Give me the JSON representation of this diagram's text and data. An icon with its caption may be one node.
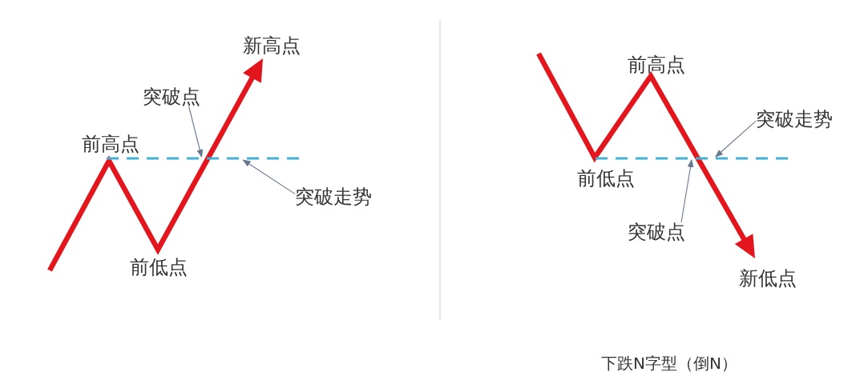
{
  "diagram": {
    "nodes": [
      {
        "text": [
          "突破点"
        ]
      },
      {
        "text": [],
        "shape": "line"
      },
      {
        "text": [
          "突破走势"
        ]
      },
      {
        "text": [
          "突破走势"
        ]
      },
      {
        "text": [],
        "shape": "line"
      },
      {
        "text": [
          "突破点"
        ]
      }
    ],
    "edges": [
      {
        "from": 0,
        "to": 1,
        "arrow": "to"
      },
      {
        "from": 2,
        "to": 1,
        "arrow": "to"
      },
      {
        "from": 3,
        "to": 4,
        "arrow": "to"
      },
      {
        "from": 5,
        "to": 4,
        "arrow": "to"
      }
    ],
    "labels": [
      "新高点",
      "前高点",
      "前低点",
      "前高点",
      "前低点",
      "新低点",
      "下跌N字型（倒N）"
    ]
  }
}
